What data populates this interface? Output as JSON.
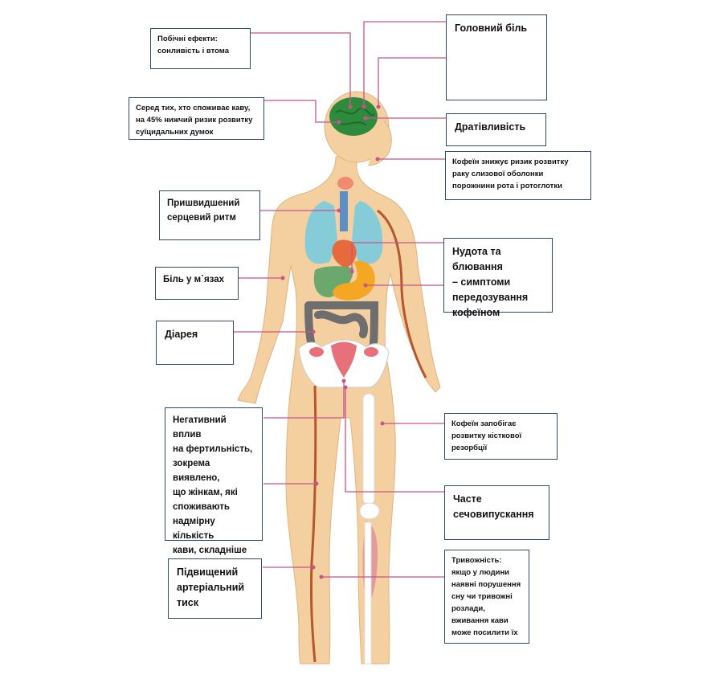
{
  "labels": {
    "side_effects": "Побічні ефекти:\nсонливість і втома",
    "suicide_risk": "Серед тих, хто споживає каву,\nна 45% нижчий ризик розвитку\nсуїцидальних думок",
    "heart_rate": "Пришвидшений\nсерцевий ритм",
    "muscle_pain": "Біль у м`язах",
    "diarrhea": "Діарея",
    "fertility": "Негативний вплив\nна фертильність,\nзокрема виявлено,\nщо жінкам, які\nспоживають\nнадмірну кількість\nкави, складніше\nзавагітніти",
    "blood_pressure": "Підвищений\nартеріальний\nтиск",
    "headache": "Головний біль",
    "irritability": "Дратівливість",
    "oral_cancer": "Кофеїн знижує ризик розвитку\nраку слизової оболонки\nпорожнини рота і ротоглотки",
    "nausea": "Нудота та блювання\n– симптоми\nпередозування\nкофеїном",
    "bone": "Кофеїн запобігає\nрозвитку кісткової\nрезорбції",
    "urination": "Часте\nсечовипускання",
    "anxiety": "Тривожність:\nякщо у людини\nнаявні порушення\nсну чи тривожні\nрозлади,\nвживання кави\nможе посилити їх"
  },
  "colors": {
    "skin": "#f4cfa0",
    "brain": "#2e8b3e",
    "leader": "#c8558a",
    "box_border": "#2e4a66",
    "lung": "#86cbd8",
    "liver": "#6aa86e",
    "stomach": "#f5a623",
    "intestine": "#6e6e6e",
    "uterus": "#e8707a",
    "heart": "#e66a3c",
    "vessel": "#b5562e",
    "thyroid": "#f08a70",
    "bone": "#ffffff",
    "muscle": "#e39a9a"
  }
}
